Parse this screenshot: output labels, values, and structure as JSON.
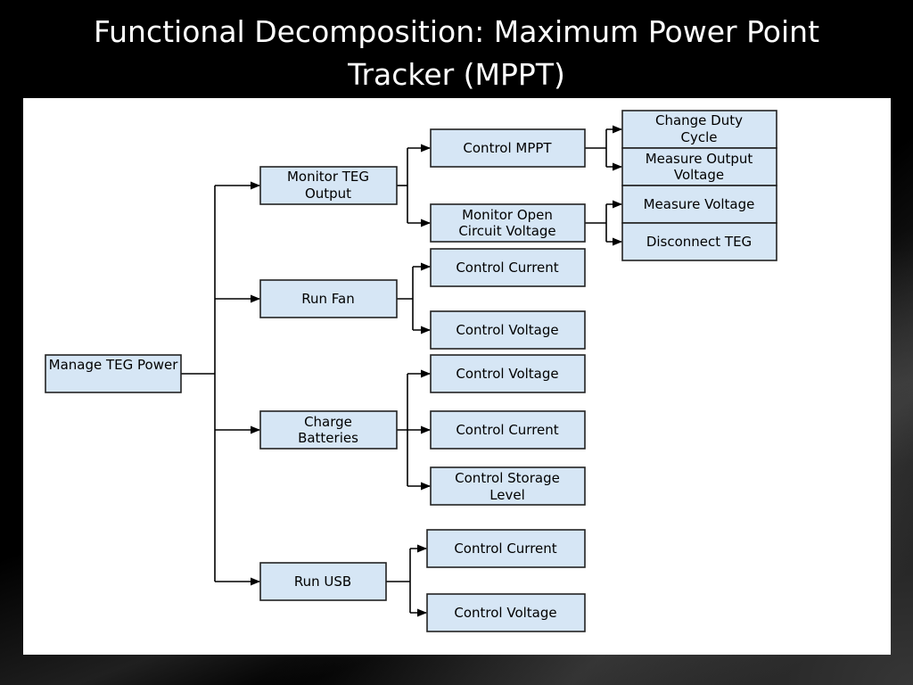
{
  "slide": {
    "title_line1": "Functional Decomposition: Maximum Power Point",
    "title_line2": "Tracker (MPPT)"
  },
  "diagram": {
    "root": "Manage TEG Power",
    "monitor_teg_output": {
      "label": [
        "Monitor TEG",
        "Output"
      ],
      "control_mppt": {
        "label": "Control MPPT",
        "children": [
          [
            "Change Duty",
            "Cycle"
          ],
          [
            "Measure Output",
            "Voltage"
          ]
        ]
      },
      "monitor_ocv": {
        "label": [
          "Monitor Open",
          "Circuit Voltage"
        ],
        "children": [
          "Measure Voltage",
          "Disconnect TEG"
        ]
      }
    },
    "run_fan": {
      "label": "Run Fan",
      "children": [
        "Control Current",
        "Control Voltage"
      ]
    },
    "charge_batteries": {
      "label": [
        "Charge",
        "Batteries"
      ],
      "children": [
        "Control Voltage",
        "Control Current",
        [
          "Control Storage",
          "Level"
        ]
      ]
    },
    "run_usb": {
      "label": "Run USB",
      "children": [
        "Control Current",
        "Control Voltage"
      ]
    }
  }
}
